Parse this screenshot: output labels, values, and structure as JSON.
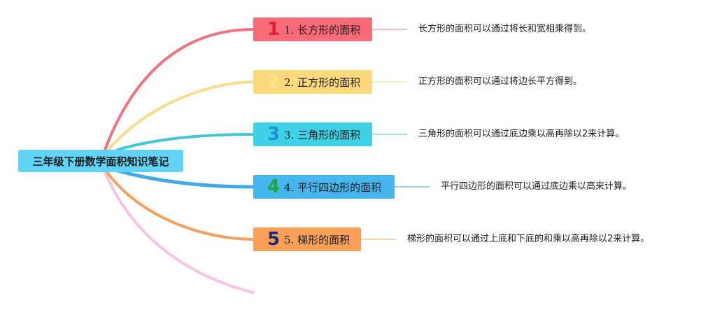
{
  "root": {
    "label": "三年级下册数学面积知识笔记",
    "color": "#62d3f5"
  },
  "topics": [
    {
      "number": "1",
      "label": "1. 长方形的面积",
      "note": "长方形的面积可以通过将长和宽相乘得到。",
      "box_color": "#fa6b79",
      "branch_color": "#ec7582",
      "icon_color": "#e0202f"
    },
    {
      "number": "2",
      "label": "2. 正方形的面积",
      "note": "正方形的面积可以通过将边长平方得到。",
      "box_color": "#fcd97c",
      "branch_color": "#f6dd8d",
      "icon_color": "#fbe58a"
    },
    {
      "number": "3",
      "label": "3. 三角形的面积",
      "note": "三角形的面积可以通过底边乘以高再除以2来计算。",
      "box_color": "#3fd2e6",
      "branch_color": "#44c6d8",
      "icon_color": "#1f8fd6"
    },
    {
      "number": "4",
      "label": "4. 平行四边形的面积",
      "note": "平行四边形的面积可以通过底边乘以高来计算。",
      "box_color": "#48b6ee",
      "branch_color": "#3fa9e6",
      "icon_color": "#1ea83c"
    },
    {
      "number": "5",
      "label": "5. 梯形的面积",
      "note": "梯形的面积可以通过上底和下底的和乘以高再除以2来计算。",
      "box_color": "#fa9f58",
      "branch_color": "#f2a25e",
      "icon_color": "#1b2c78"
    }
  ],
  "extra_branch_color": "#f7c3e4"
}
